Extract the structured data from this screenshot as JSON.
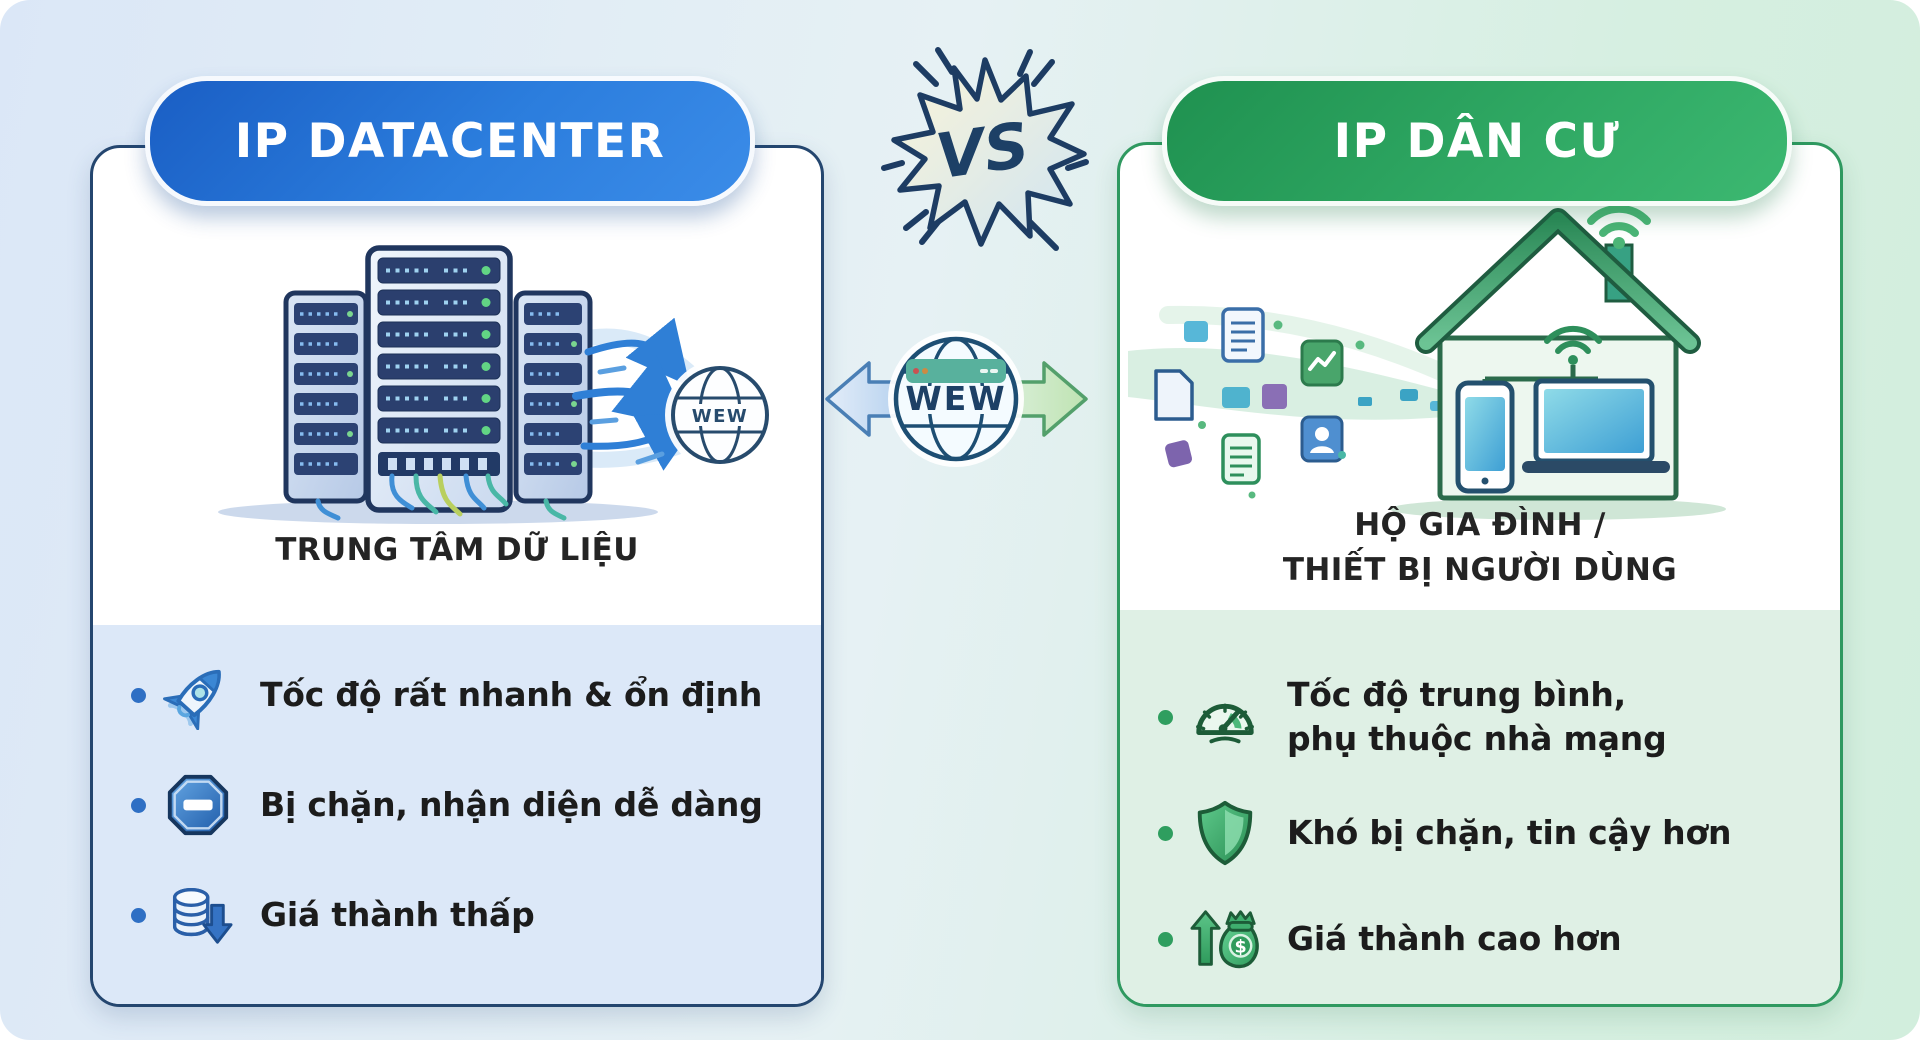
{
  "center": {
    "vs_label": "VS",
    "globe_label": "WEW"
  },
  "left_panel": {
    "title": "IP DATACENTER",
    "caption": "TRUNG TÂM DỮ LIỆU",
    "globe_label": "WEW",
    "accent_color": "#2273d0",
    "panel_tint": "#dce8f8",
    "bullets": [
      {
        "icon": "rocket-icon",
        "text": "Tốc độ rất nhanh & ổn định"
      },
      {
        "icon": "block-sign-icon",
        "text": "Bị chặn, nhận diện dễ dàng"
      },
      {
        "icon": "database-down-arrow-icon",
        "text": "Giá thành thấp"
      }
    ]
  },
  "right_panel": {
    "title": "IP DÂN CƯ",
    "caption_line1": "HỘ GIA ĐÌNH /",
    "caption_line2": "THIẾT BỊ NGƯỜI DÙNG",
    "accent_color": "#2ca25f",
    "panel_tint": "#dff0e5",
    "bullets": [
      {
        "icon": "speedometer-icon",
        "text_line1": "Tốc độ trung bình,",
        "text_line2": "phụ thuộc nhà mạng"
      },
      {
        "icon": "shield-icon",
        "text": "Khó bị chặn, tin cậy hơn"
      },
      {
        "icon": "money-bag-up-icon",
        "text": "Giá thành cao hơn",
        "dollar_glyph": "$"
      }
    ]
  }
}
